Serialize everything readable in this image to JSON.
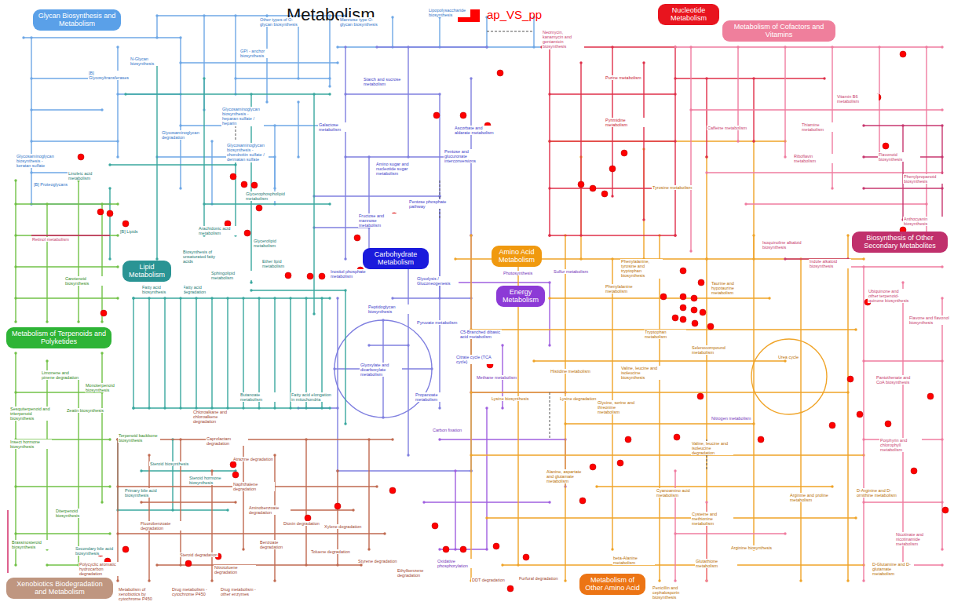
{
  "diagram": {
    "title": "Metabolism",
    "nodes": [
      {
        "text": [
          "Glycan Biosynthesis and Metabolism"
        ]
      },
      {
        "text": [
          "Nucleotide Metabolism"
        ]
      },
      {
        "text": [
          "Metabolism of Cofactors and Vitamins"
        ]
      },
      {
        "text": [
          "Carbohydrate Metabolism"
        ]
      },
      {
        "text": [
          "Amino Acid Metabolism"
        ]
      },
      {
        "text": [
          "Energy Metabolism"
        ]
      },
      {
        "text": [
          "Lipid Metabolism"
        ]
      },
      {
        "text": [
          "Biosynthesis of Other Secondary Metabolites"
        ]
      },
      {
        "text": [
          "Metabolism of Terpenoids and Polyketides"
        ]
      },
      {
        "text": [
          "Xenobiotics Biodegradation and Metabolism"
        ]
      },
      {
        "text": [
          "Metabolism of Other Amino Acid"
        ]
      }
    ],
    "labels": [
      "N-Glycan biosynthesis",
      "Other types of O-glycan biosynthesis",
      "Mannose type O-glycan biosynthesis",
      "Lipopolysaccharide biosynthesis",
      "Glycosaminoglycan biosynthesis - heparan sulfate / heparin",
      "Glycosaminoglycan degradation",
      "Glycosaminoglycan biosynthesis - chondroitin sulfate / dermatan sulfate",
      "Glycosaminoglycan biosynthesis - keratan sulfate",
      "[B] Proteoglycans",
      "[B] Glycosyltransferases",
      "GPI - anchor biosynthesis",
      "Starch and sucrose metabolism",
      "Galactose metabolism",
      "Amino sugar and nucleotide sugar metabolism",
      "Fructose and mannose metabolism",
      "Inositol phosphate metabolism",
      "Pentose phosphate pathway",
      "Pentose and glucuronate interconversions",
      "Ascorbate and aldarate metabolism",
      "Glycolysis / Gluconeogenesis",
      "Pyruvate metabolism",
      "Citrate cycle (TCA cycle)",
      "Glyoxylate and dicarboxylate metabolism",
      "Propanoate metabolism",
      "Butanoate metabolism",
      "C5-Branched dibasic acid metabolism",
      "Peptidoglycan biosynthesis",
      "Photosynthesis",
      "Carbon fixation",
      "Oxidative phosphorylation",
      "Methane metabolism",
      "Nitrogen metabolism",
      "Sulfur metabolism",
      "Linoleic acid metabolism",
      "Arachidonic acid metabolism",
      "Glycerophospholipid metabolism",
      "Glycerolipid metabolism",
      "Sphingolipid metabolism",
      "Ether lipid metabolism",
      "Biosynthesis of unsaturated fatty acids",
      "Fatty acid degradation",
      "Fatty acid biosynthesis",
      "Fatty acid elongation in mitochondria",
      "[B] Lipids",
      "Steroid biosynthesis",
      "Primary bile acid biosynthesis",
      "Steroid hormone biosynthesis",
      "Carotenoid biosynthesis",
      "Limonene and pinene degradation",
      "Monoterpenoid biosynthesis",
      "Zeatin biosynthesis",
      "Sesquiterpenoid and triterpenoid biosynthesis",
      "Terpenoid backbone biosynthesis",
      "Insect hormone biosynthesis",
      "Diterpenoid biosynthesis",
      "Brassinosteroid biosynthesis",
      "Retinol metabolism",
      "Secondary bile acid biosynthesis",
      "Polycyclic aromatic hydrocarbon degradation",
      "Caprolactam degradation",
      "Atrazine degradation",
      "Chloroalkane and chloroalkene degradation",
      "Naphthalene degradation",
      "Aminobenzoate degradation",
      "Dioxin degradation",
      "Xylene degradation",
      "Toluene degradation",
      "Benzoate degradation",
      "Fluorobenzoate degradation",
      "Steroid degradation",
      "Nitrotoluene degradation",
      "Styrene degradation",
      "Ethylbenzene degradation",
      "DDT degradation",
      "Furfural degradation",
      "Metabolism of xenobiotics by cytochrome P450",
      "Drug metabolism - cytochrome P450",
      "Drug metabolism - other enzymes",
      "Phenylalanine metabolism",
      "Tyrosine metabolism",
      "Tryptophan metabolism",
      "Histidine metabolism",
      "Lysine degradation",
      "Lysine biosynthesis",
      "Valine, leucine and isoleucine biosynthesis",
      "Valine, leucine and isoleucine degradation",
      "Glycine, serine and threonine metabolism",
      "Cysteine and methionine metabolism",
      "Alanine, aspartate and glutamate metabolism",
      "Arginine and proline metabolism",
      "Arginine biosynthesis",
      "Urea cycle",
      "Glutathione metabolism",
      "D-Glutamine and D-glutamate metabolism",
      "D-Arginine and D-ornithine metabolism",
      "Phenylalanine, tyrosine and tryptophan biosynthesis",
      "Selenocompound metabolism",
      "Taurine and hypotaurine metabolism",
      "beta-Alanine metabolism",
      "Cyanoamino acid metabolism",
      "Penicillin and cephalosporin biosynthesis",
      "Purine metabolism",
      "Pyrimidine metabolism",
      "Thiamine metabolism",
      "Riboflavin metabolism",
      "Vitamin B6 metabolism",
      "Caffeine metabolism",
      "Porphyrin and chlorophyll metabolism",
      "Pantothenate and CoA biosynthesis",
      "Nicotinate and nicotinamide metabolism",
      "Ubiquinone and other terpenoid-quinone biosynthesis",
      "Flavonoid biosynthesis",
      "Phenylpropanoid biosynthesis",
      "Anthocyanin biosynthesis",
      "Isoquinoline alkaloid biosynthesis",
      "Indole alkaloid biosynthesis",
      "Neomycin, kanamycin and gentamicin biosynthesis",
      "Flavone and flavonol biosynthesis"
    ],
    "legend": [
      {
        "text": "ap_VS_pp",
        "color": "#ff0000"
      }
    ]
  }
}
